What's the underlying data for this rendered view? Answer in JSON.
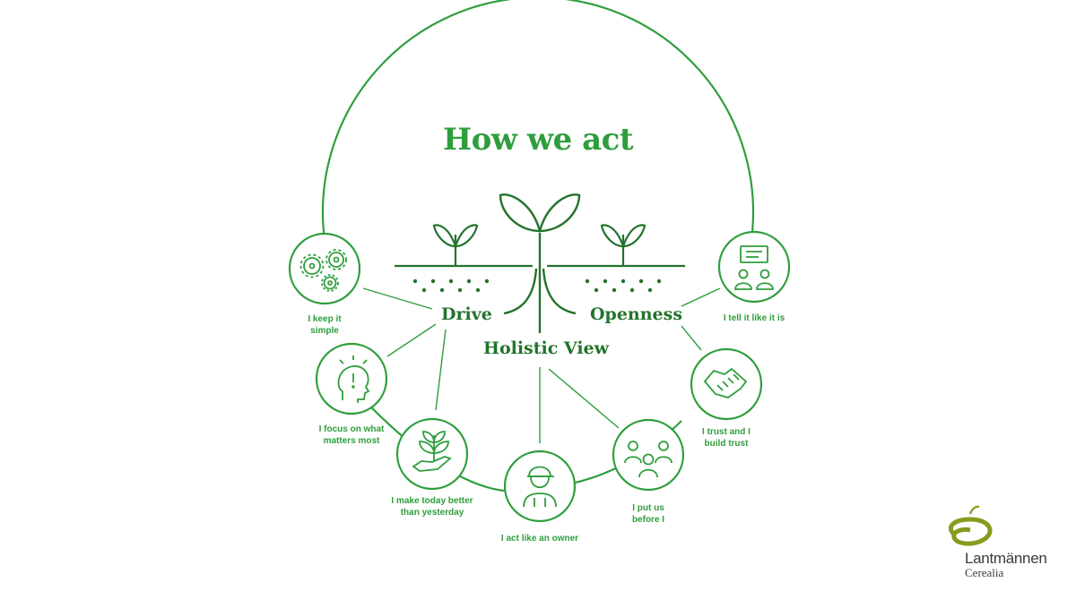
{
  "title": "How we act",
  "values": {
    "drive": "Drive",
    "openness": "Openness",
    "holistic": "Holistic View"
  },
  "behaviours": [
    {
      "line1": "I keep it",
      "line2": "simple",
      "icon": "gears-icon"
    },
    {
      "line1": "I focus on what",
      "line2": "matters most",
      "icon": "head-exclamation-icon"
    },
    {
      "line1": "I make today better",
      "line2": "than yesterday",
      "icon": "plant-in-hand-icon"
    },
    {
      "line1": "I act like an owner",
      "line2": "",
      "icon": "farmer-icon"
    },
    {
      "line1": "I put us",
      "line2": "before I",
      "icon": "group-people-icon"
    },
    {
      "line1": "I trust and I",
      "line2": "build trust",
      "icon": "handshake-icon"
    },
    {
      "line1": "I tell it like it is",
      "line2": "",
      "icon": "dialogue-people-icon"
    }
  ],
  "logo": {
    "name": "Lantmännen",
    "sub": "Cerealia"
  },
  "colors": {
    "primary_green": "#2e9e3c",
    "dark_green": "#23732c",
    "logo_olive": "#8a9a1e"
  }
}
